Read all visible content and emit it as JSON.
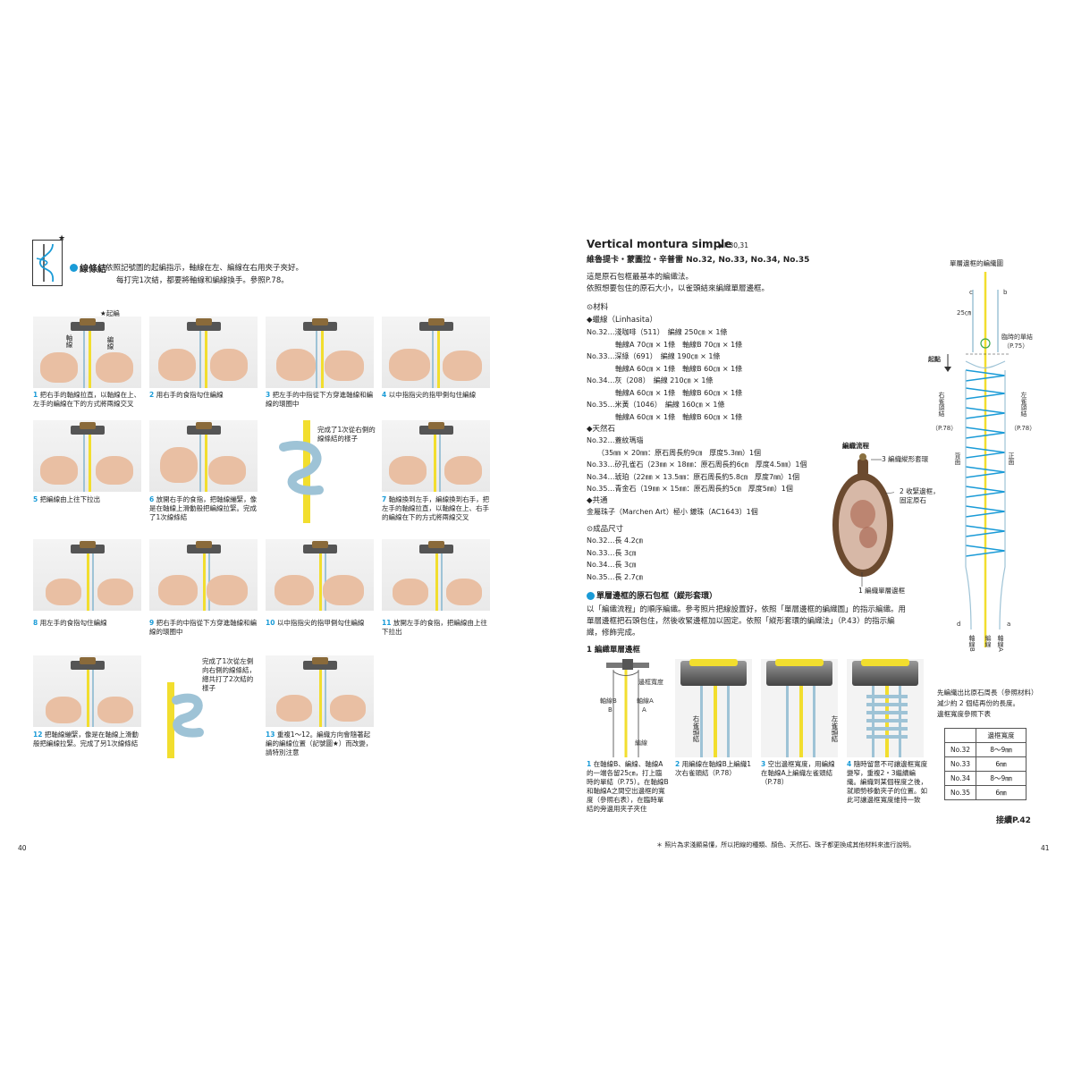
{
  "left_page": {
    "section_title": "線條結",
    "intro_line1": "依照記號圖的起編指示，軸線在左、編線在右用夾子夾好。",
    "intro_line2": "每打完1次結，都要將軸線和編線換手。參照P.78。",
    "photo1_tag": "★起編",
    "photo1_left_label": "軸線",
    "photo1_right_label": "編線",
    "steps": [
      {
        "num": "1",
        "text": "把右手的軸線拉直，以軸線在上、左手的編線在下的方式將兩線交叉"
      },
      {
        "num": "2",
        "text": "用右手的食指勾住編線"
      },
      {
        "num": "3",
        "text": "把左手的中指從下方穿進軸線和編線的環圈中"
      },
      {
        "num": "4",
        "text": "以中指指尖的指甲側勾住編線"
      },
      {
        "num": "5",
        "text": "把編線由上往下拉出"
      },
      {
        "num": "6",
        "text": "放開右手的食指，把軸線繃緊，像是在軸線上滑動般把編線拉緊。完成了1次線條結"
      },
      {
        "num": "7",
        "text": "軸線換到左手，編線換到右手，把左手的軸線拉直，以軸線在上、右手的編線在下的方式將兩線交叉"
      },
      {
        "num": "8",
        "text": "用左手的食指勾住編線"
      },
      {
        "num": "9",
        "text": "把右手的中指從下方穿進軸線和編線的環圈中"
      },
      {
        "num": "10",
        "text": "以中指指尖的指甲側勾住編線"
      },
      {
        "num": "11",
        "text": "放開左手的食指，把編線由上往下拉出"
      },
      {
        "num": "12",
        "text": "把軸線繃緊，像是在軸線上滑動般把編線拉緊。完成了另1次線條結"
      },
      {
        "num": "13",
        "text": "重複1〜12。編織方向會隨著起編的編線位置（記號圖★）而改變，請特別注意"
      }
    ],
    "callout_one": "完成了1次從右側的線條結的樣子",
    "callout_two": "完成了1次從左側向右側的線條結，總共打了2次結的樣子",
    "page_number": "40"
  },
  "right_page": {
    "title": "Vertical montura simple",
    "title_ref": "▶P.30,31",
    "subtitle": "維魯提卡・蒙圖拉・辛普雷 No.32, No.33, No.34, No.35",
    "desc_line1": "這是原石包框最基本的編織法。",
    "desc_line2": "依照想要包住的原石大小，以雀頭結來編織單層邊框。",
    "materials_heading": "⊙材料",
    "cord_heading": "◆蠟線（Linhasita）",
    "cord_lines": [
      "No.32…淺咖啡（511）　編線 250㎝ × 1條",
      "　　　　軸線A 70㎝ × 1條　軸線B 70㎝ × 1條",
      "No.33…深綠（691）　編線 190㎝ × 1條",
      "　　　　軸線A 60㎝ × 1條　軸線B 60㎝ × 1條",
      "No.34…灰（208）　編線 210㎝ × 1條",
      "　　　　軸線A 60㎝ × 1條　軸線B 60㎝ × 1條",
      "No.35…米黃（1046）　編線 160㎝ × 1條",
      "　　　　軸線A 60㎝ × 1條　軸線B 60㎝ × 1條"
    ],
    "stone_heading": "◆天然石",
    "stone_lines": [
      "No.32…蓋紋瑪瑙",
      "　　（35㎜ × 20㎜：原石周長約9㎝　厚度5.3㎜）1個",
      "No.33…矽孔雀石（23㎜ × 18㎜：原石周長約6㎝　厚度4.5㎜）1個",
      "No.34…琥珀（22㎜ × 13.5㎜：原石周長約5.8㎝　厚度7㎜）1個",
      "No.35…青金石（19㎜ × 15㎜：原石周長約5㎝　厚度5㎜）1個"
    ],
    "common_heading": "◆共通",
    "common_line": "金屬珠子（Marchen Art）極小 鍍珠（AC1643）1個",
    "size_heading": "⊙成品尺寸",
    "size_lines": [
      "No.32…長 4.2㎝",
      "No.33…長 3㎝",
      "No.34…長 3㎝",
      "No.35…長 2.7㎝"
    ],
    "flow_title": "編織流程",
    "flow_labels": [
      "3 編織縱形套環",
      "2 收緊邊框，固定原石",
      "1 編織單層邊框"
    ],
    "section2_title": "單層邊框的原石包框（縱形套環）",
    "section2_line1": "以「編織流程」的順序編織。參考照片把線設置好，依照「單層邊框的編織圖」的指示編織。用",
    "section2_line2": "單層邊框把石頭包住，然後收緊邊框加以固定。依照「縱形套環的編織法」（P.43）的指示編",
    "section2_line3": "織，修飾完成。",
    "subsection_title": "1 編織單層邊框",
    "step_diagram_labels": [
      "邊框寬度",
      "軸線B",
      "B",
      "A",
      "軸線A",
      "編線"
    ],
    "photo_labels": [
      "右雀頭結",
      "左雀頭結"
    ],
    "steps": [
      {
        "num": "1",
        "text": "在軸線B、編線、軸線A的一端各留25㎝，打上臨時的單結（P.75）。在軸線B和軸線A之間空出邊框的寬度（參照右表），在臨時單結的旁邊用夾子夾住"
      },
      {
        "num": "2",
        "text": "用編線在軸線B上編織1次右雀頭結（P.78）"
      },
      {
        "num": "3",
        "text": "空出邊框寬度，用編線在軸線A上編織左雀頭結（P.78）"
      },
      {
        "num": "4",
        "text": "隨時留意不可讓邊框寬度變窄，重複2・3繼續編織。編織到某個程度之後，就順勢移動夾子的位置。如此可讓邊框寬度維持一致"
      }
    ],
    "diagram_title": "單層邊框的編織圖",
    "diagram_labels": {
      "c": "c",
      "b": "b",
      "len": "25㎝",
      "temp_knot": "臨時的單結",
      "temp_knot_ref": "（P.75）",
      "start": "起點",
      "right_knot": "右雀頭結",
      "right_knot_ref": "（P.78）",
      "left_knot": "左雀頭結",
      "left_knot_ref": "（P.78）",
      "back": "背面",
      "front": "正面",
      "d": "d",
      "a": "a",
      "axis_b": "軸線B",
      "cord": "編線",
      "axis_a": "軸線A"
    },
    "note_line1": "先編織出比原石周長（參照材料）",
    "note_line2": "減少約 2 個結再份的長度。",
    "note_line3": "邊框寬度參照下表",
    "table_header": "邊框寬度",
    "table_rows": [
      {
        "no": "No.32",
        "width": "8〜9㎜"
      },
      {
        "no": "No.33",
        "width": "6㎜"
      },
      {
        "no": "No.34",
        "width": "8〜9㎜"
      },
      {
        "no": "No.35",
        "width": "6㎜"
      }
    ],
    "continue": "接續P.42",
    "footer_note": "＊ 照片為求淺顯易懂，所以把線的種類、顏色、天然石、珠子都更換成其他材料來進行說明。",
    "page_number": "41"
  }
}
